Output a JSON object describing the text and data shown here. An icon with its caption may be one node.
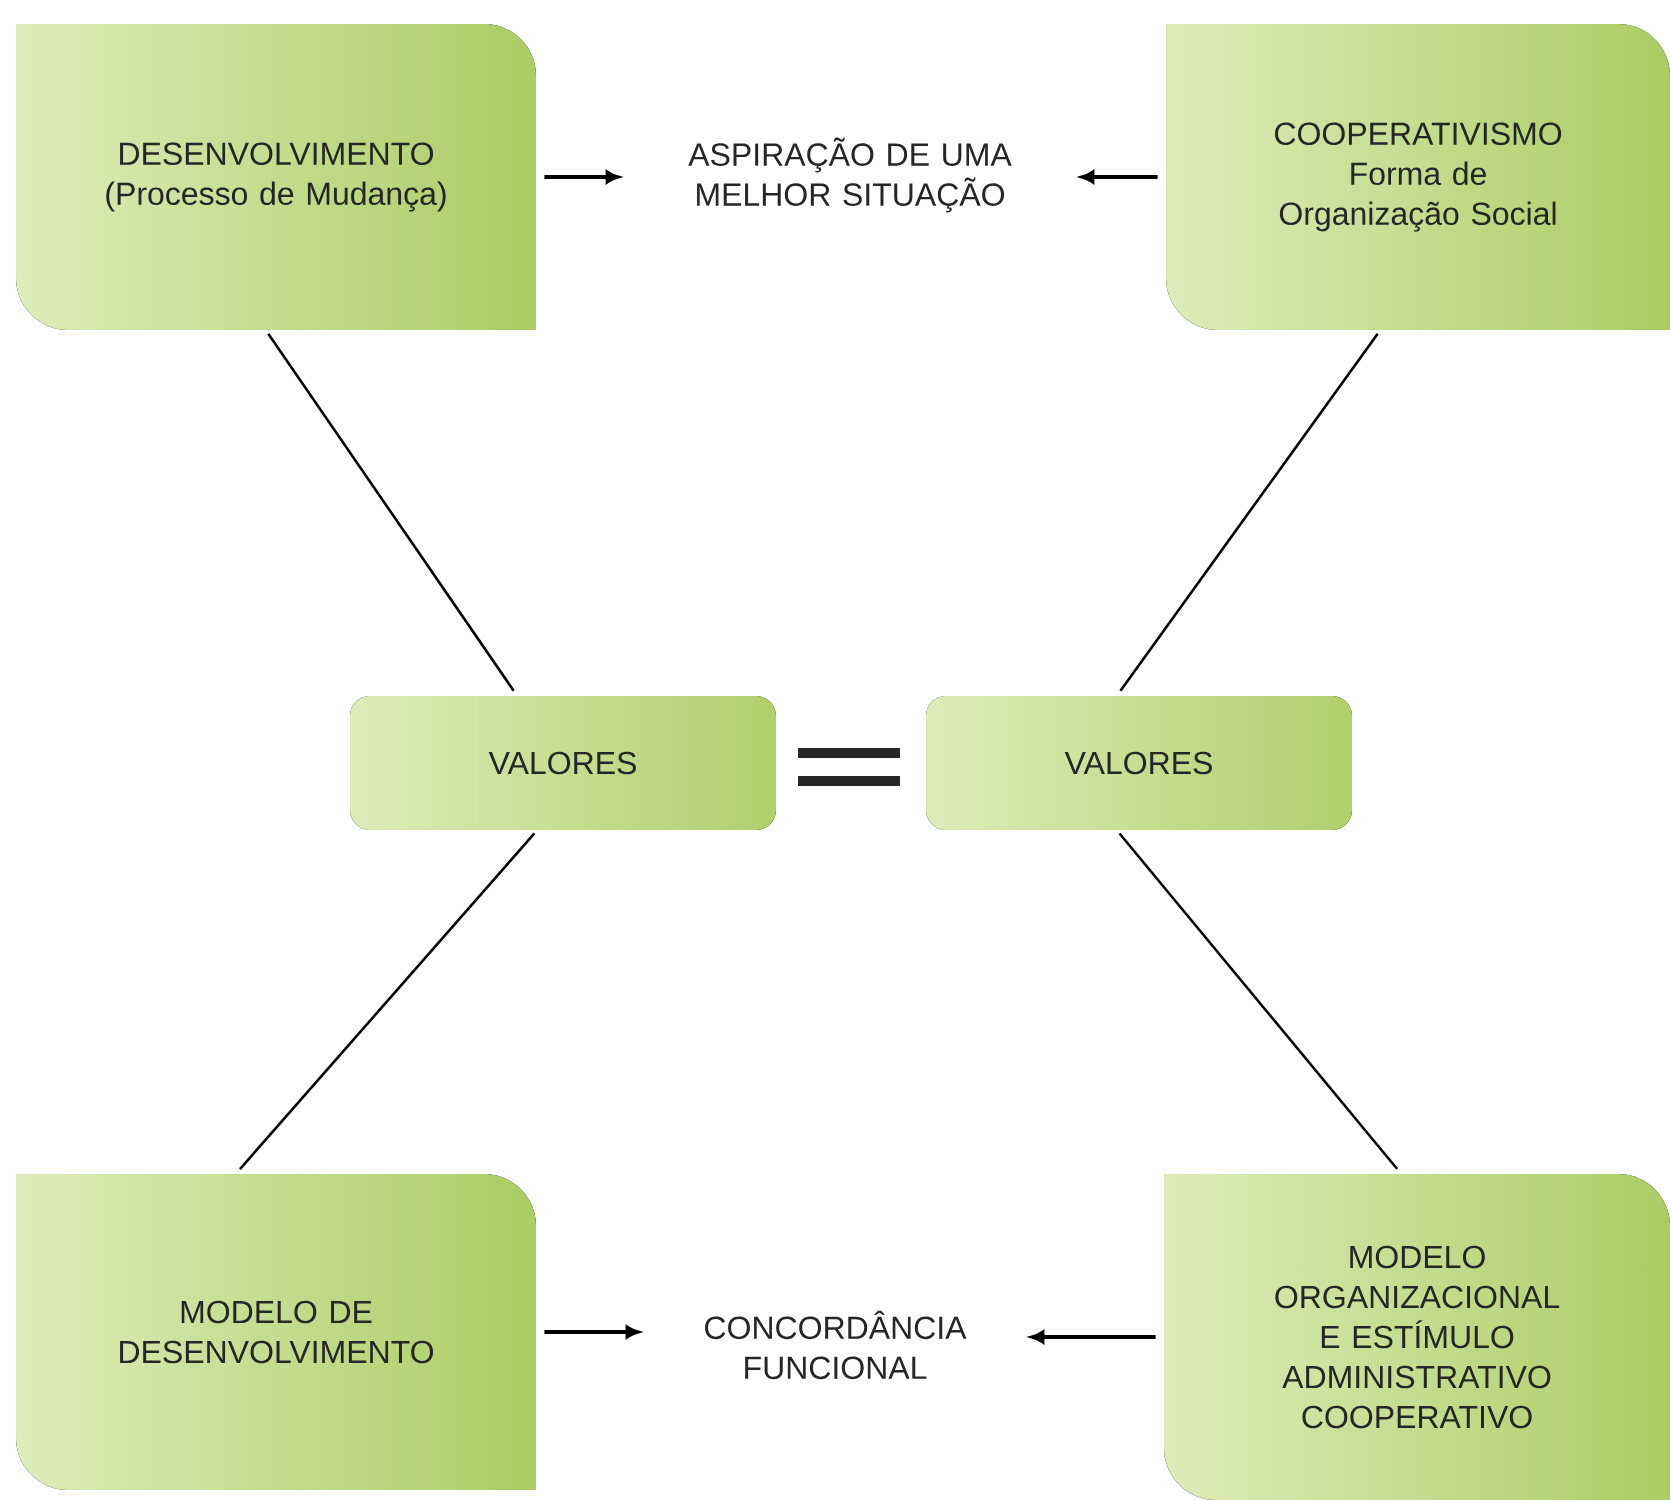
{
  "diagram": {
    "nodes": [
      {
        "text": [
          "DESENVOLVIMENTO",
          "(Processo de Mudança)"
        ]
      },
      {
        "text": [
          "ASPIRAÇÃO DE UMA MELHOR SITUAÇÃO"
        ]
      },
      {
        "text": [
          "COOPERATIVISMO",
          "Forma de Organização Social"
        ]
      },
      {
        "text": [
          "VALORES"
        ]
      },
      {
        "text": [
          "VALORES"
        ]
      },
      {
        "text": [
          "MODELO DE DESENVOLVIMENTO"
        ]
      },
      {
        "text": [
          "CONCORDÂNCIA FUNCIONAL"
        ]
      },
      {
        "text": [
          "MODELO ORGANIZACIONAL E ESTÍMULO ADMINISTRATIVO COOPERATIVO"
        ]
      }
    ],
    "edges": [
      {
        "from": 0,
        "to": 1,
        "arrow": "to"
      },
      {
        "from": 2,
        "to": 1,
        "arrow": "to"
      },
      {
        "from": 0,
        "to": 3,
        "arrow": "none"
      },
      {
        "from": 2,
        "to": 4,
        "arrow": "none"
      },
      {
        "from": 3,
        "to": 5,
        "arrow": "none"
      },
      {
        "from": 4,
        "to": 7,
        "arrow": "none"
      },
      {
        "from": 5,
        "to": 6,
        "arrow": "to"
      },
      {
        "from": 7,
        "to": 6,
        "arrow": "to"
      }
    ]
  }
}
